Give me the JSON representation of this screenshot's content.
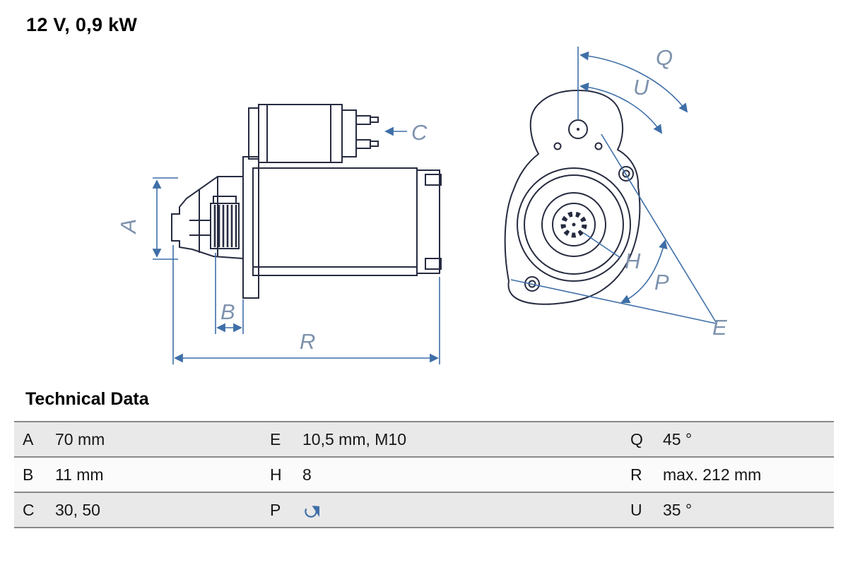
{
  "title": "12 V, 0,9 kW",
  "section_heading": "Technical Data",
  "colors": {
    "line_dark": "#262b40",
    "dimension_blue": "#3f6fa8",
    "label_blue": "#7e92ad"
  },
  "drawing": {
    "labels": {
      "A": "A",
      "B": "B",
      "C": "C",
      "R": "R",
      "Q": "Q",
      "U": "U",
      "H": "H",
      "P": "P",
      "E": "E"
    }
  },
  "table": {
    "rows": [
      {
        "cells": [
          {
            "label": "A",
            "value": "70 mm"
          },
          {
            "label": "E",
            "value": "10,5 mm, M10"
          },
          {
            "label": "Q",
            "value": "45 °"
          }
        ]
      },
      {
        "cells": [
          {
            "label": "B",
            "value": "11 mm"
          },
          {
            "label": "H",
            "value": "8"
          },
          {
            "label": "R",
            "value": "max. 212 mm"
          }
        ]
      },
      {
        "cells": [
          {
            "label": "C",
            "value": "30, 50"
          },
          {
            "label": "P",
            "value": "",
            "icon": "rotation-ccw-icon"
          },
          {
            "label": "U",
            "value": "35 °"
          }
        ]
      }
    ]
  }
}
